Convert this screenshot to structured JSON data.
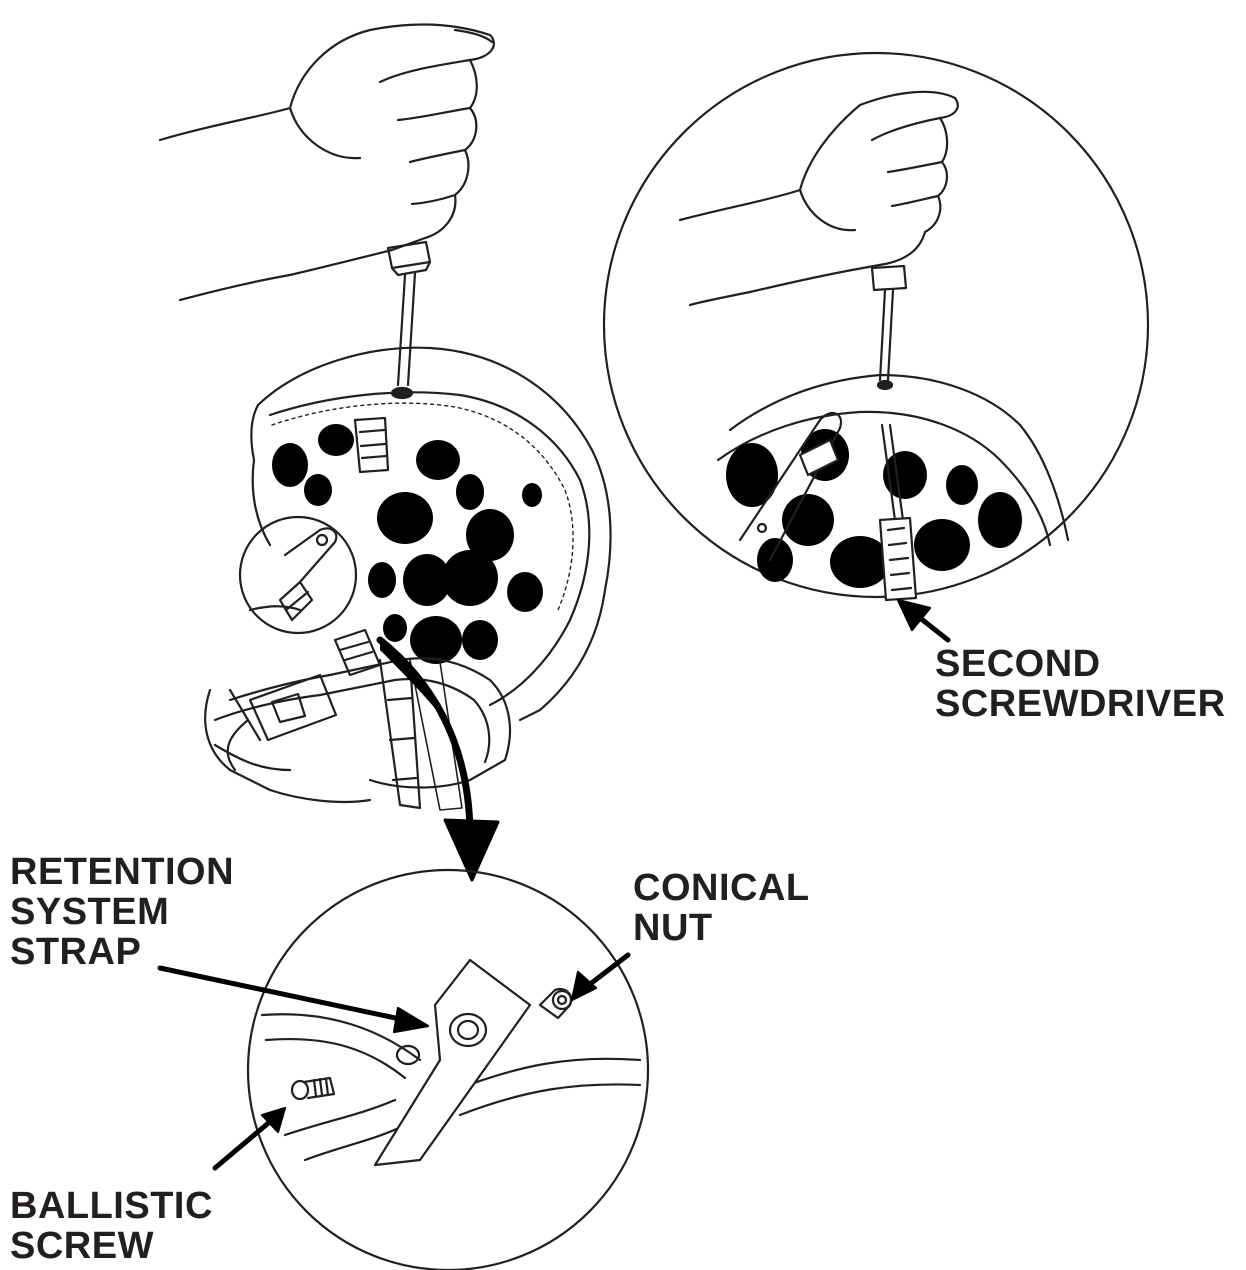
{
  "callouts": {
    "second_screwdriver": [
      "SECOND",
      "SCREWDRIVER"
    ],
    "retention_system_strap": [
      "RETENTION",
      "SYSTEM",
      "STRAP"
    ],
    "conical_nut": [
      "CONICAL",
      "NUT"
    ],
    "ballistic_screw": [
      "BALLISTIC",
      "SCREW"
    ]
  },
  "colors": {
    "ink": "#231f20",
    "paper": "#ffffff",
    "pad": "#000000"
  },
  "icons": {
    "hand": "fist-holding-screwdriver-icon",
    "helmet": "helmet-interior-icon",
    "curved_arrow": "curved-arrow-down-icon"
  }
}
